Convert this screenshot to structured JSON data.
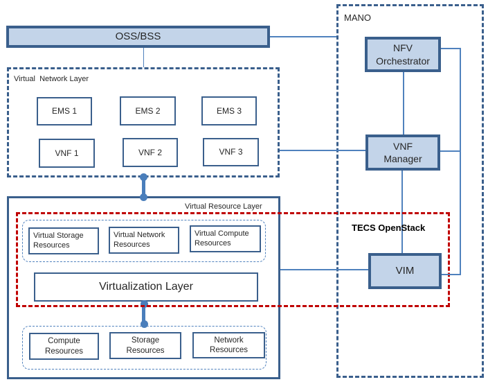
{
  "colors": {
    "accent_line": "#4f81bd",
    "filled_box_fill": "#c3d4e9",
    "filled_box_border": "#3a5f8c",
    "dashed_frame_blue": "#3a5f8c",
    "dashed_frame_red": "#c00000",
    "text": "#262626"
  },
  "oss_bss": {
    "label": "OSS/BSS"
  },
  "mano": {
    "title": "MANO",
    "nfv_orchestrator": {
      "line1": "NFV",
      "line2": "Orchestrator"
    },
    "vnf_manager": {
      "line1": "VNF",
      "line2": "Manager"
    },
    "vim": {
      "label": "VIM"
    }
  },
  "virtual_network_layer": {
    "title": "Virtual  Network Layer",
    "ems": [
      "EMS 1",
      "EMS 2",
      "EMS 3"
    ],
    "vnf": [
      "VNF 1",
      "VNF 2",
      "VNF 3"
    ]
  },
  "virtual_resource_layer": {
    "title": "Virtual Resource Layer",
    "tecs_openstack": "TECS OpenStack",
    "virtual_resources": [
      {
        "line1": "Virtual Storage",
        "line2": "Resources"
      },
      {
        "line1": "Virtual Network",
        "line2": "Resources"
      },
      {
        "line1": "Virtual Compute",
        "line2": "Resources"
      }
    ],
    "virtualization_layer": {
      "label": "Virtualization Layer"
    },
    "physical_resources": [
      {
        "line1": "Compute",
        "line2": "Resources"
      },
      {
        "line1": "Storage",
        "line2": "Resources"
      },
      {
        "line1": "Network",
        "line2": "Resources"
      }
    ]
  }
}
